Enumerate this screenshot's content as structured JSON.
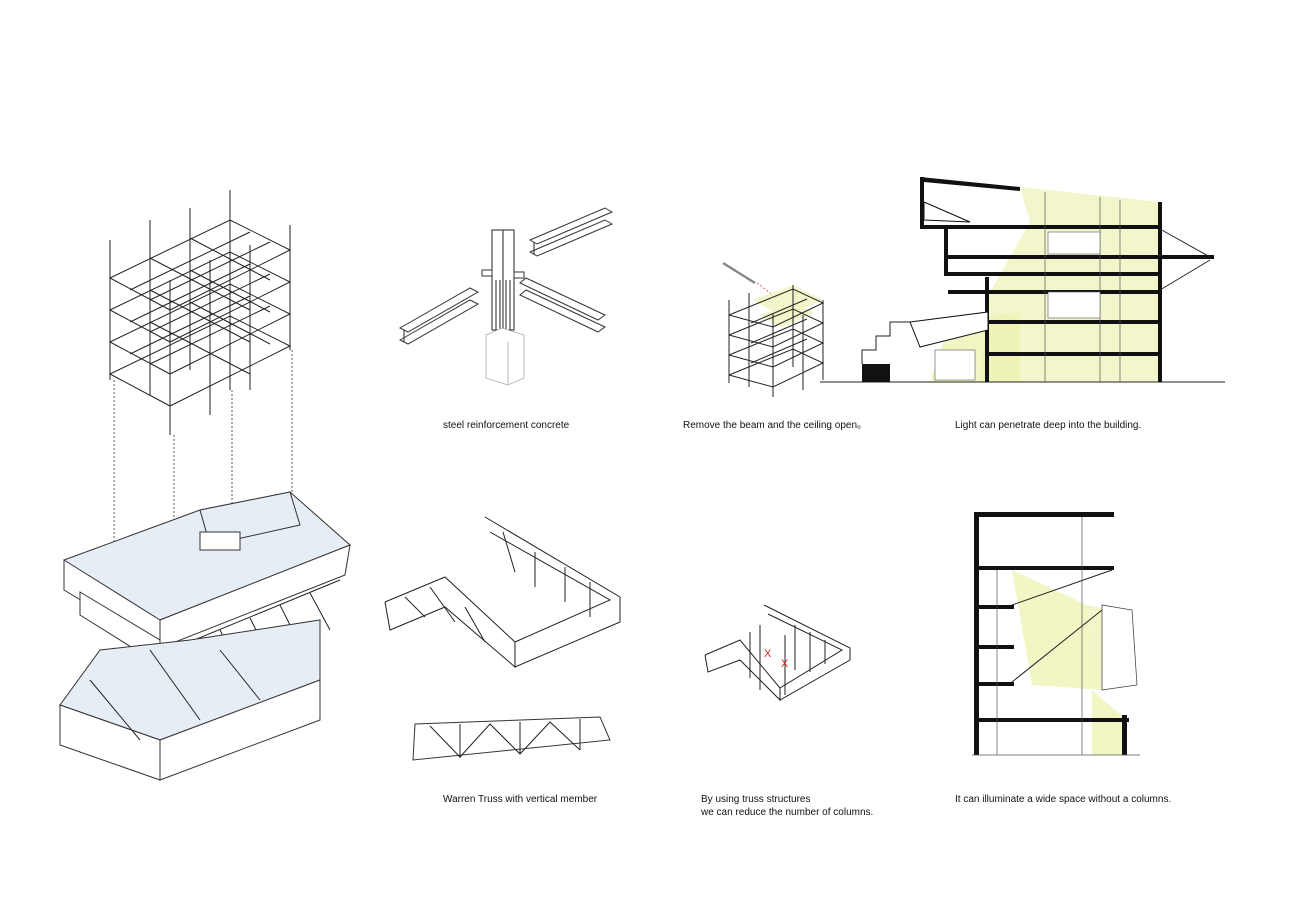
{
  "captions": {
    "steel": "steel reinforcement concrete",
    "remove_beam": "Remove the beam and the ceiling open。",
    "light": "Light can penetrate deep into the building.",
    "warren": "Warren Truss with vertical member",
    "truss_line1": "By using truss structures",
    "truss_line2": "we can reduce the number of columns.",
    "illuminate": "It can illuminate a wide space without a columns."
  },
  "markers": {
    "removed_column": "X"
  },
  "colors": {
    "light_fill": "#f2f5c4",
    "marker": "#e02020",
    "roof_tint": "#e6edf5"
  }
}
